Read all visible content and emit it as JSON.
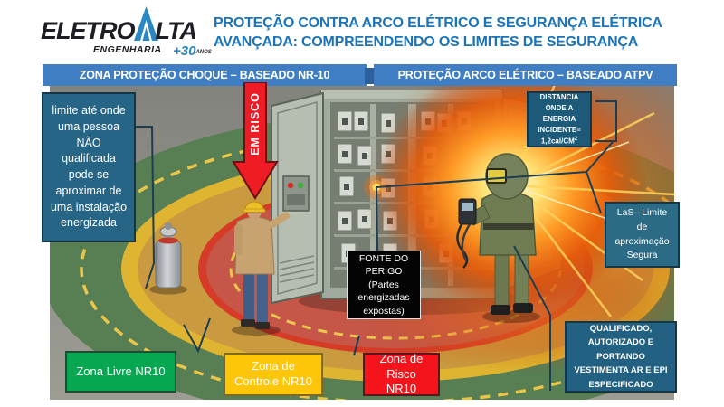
{
  "logo": {
    "word_a": "ELETRO",
    "word_b": "LTA",
    "tagline": "ENGENHARIA",
    "badge_number": "+30",
    "badge_text": "ANOS"
  },
  "title": {
    "line1": "PROTEÇÃO CONTRA ARCO ELÉTRICO E SEGURANÇA ELÉTRICA",
    "line2": "AVANÇADA: COMPREENDENDO OS LIMITES DE SEGURANÇA"
  },
  "banners": {
    "left": "ZONA PROTEÇÃO CHOQUE  – BASEADO NR-10",
    "right": "PROTEÇÃO ARCO ELÉTRICO – BASEADO ATPV"
  },
  "callouts": {
    "unqualified": "limite até onde uma pessoa NÃO qualificada pode se aproximar de uma instalação energizada",
    "em_risco": "EM RISCO",
    "incident": {
      "l1": "DISTANCIA",
      "l2": "ONDE A",
      "l3": "ENERGIA",
      "l4": "INCIDENTE=",
      "value": "1,2cal/CM",
      "sup": "2"
    },
    "las": "LaS– Limite de aproximação Segura",
    "fonte": "FONTE DO PERIGO (Partes energizadas expostas)",
    "qualificado": "QUALIFICADO, AUTORIZADO E PORTANDO VESTIMENTA AR E EPI ESPECIFICADO"
  },
  "zone_labels": {
    "livre": "Zona Livre NR10",
    "controle": "Zona de Controle NR10",
    "risco": "Zona de Risco NR10"
  },
  "colors": {
    "title_blue": "#1b74b9",
    "banner_blue": "#3f7ec2",
    "callout_blue": "#266585",
    "zone_green_label": "#07a650",
    "zone_yellow_label": "#fdc608",
    "zone_red_label": "#f5141c",
    "arrow_red": "#ee1c25",
    "zone_green_fill": "#587e54",
    "zone_yellow_ring": "#dfb430",
    "zone_red_fill": "#c65748"
  }
}
